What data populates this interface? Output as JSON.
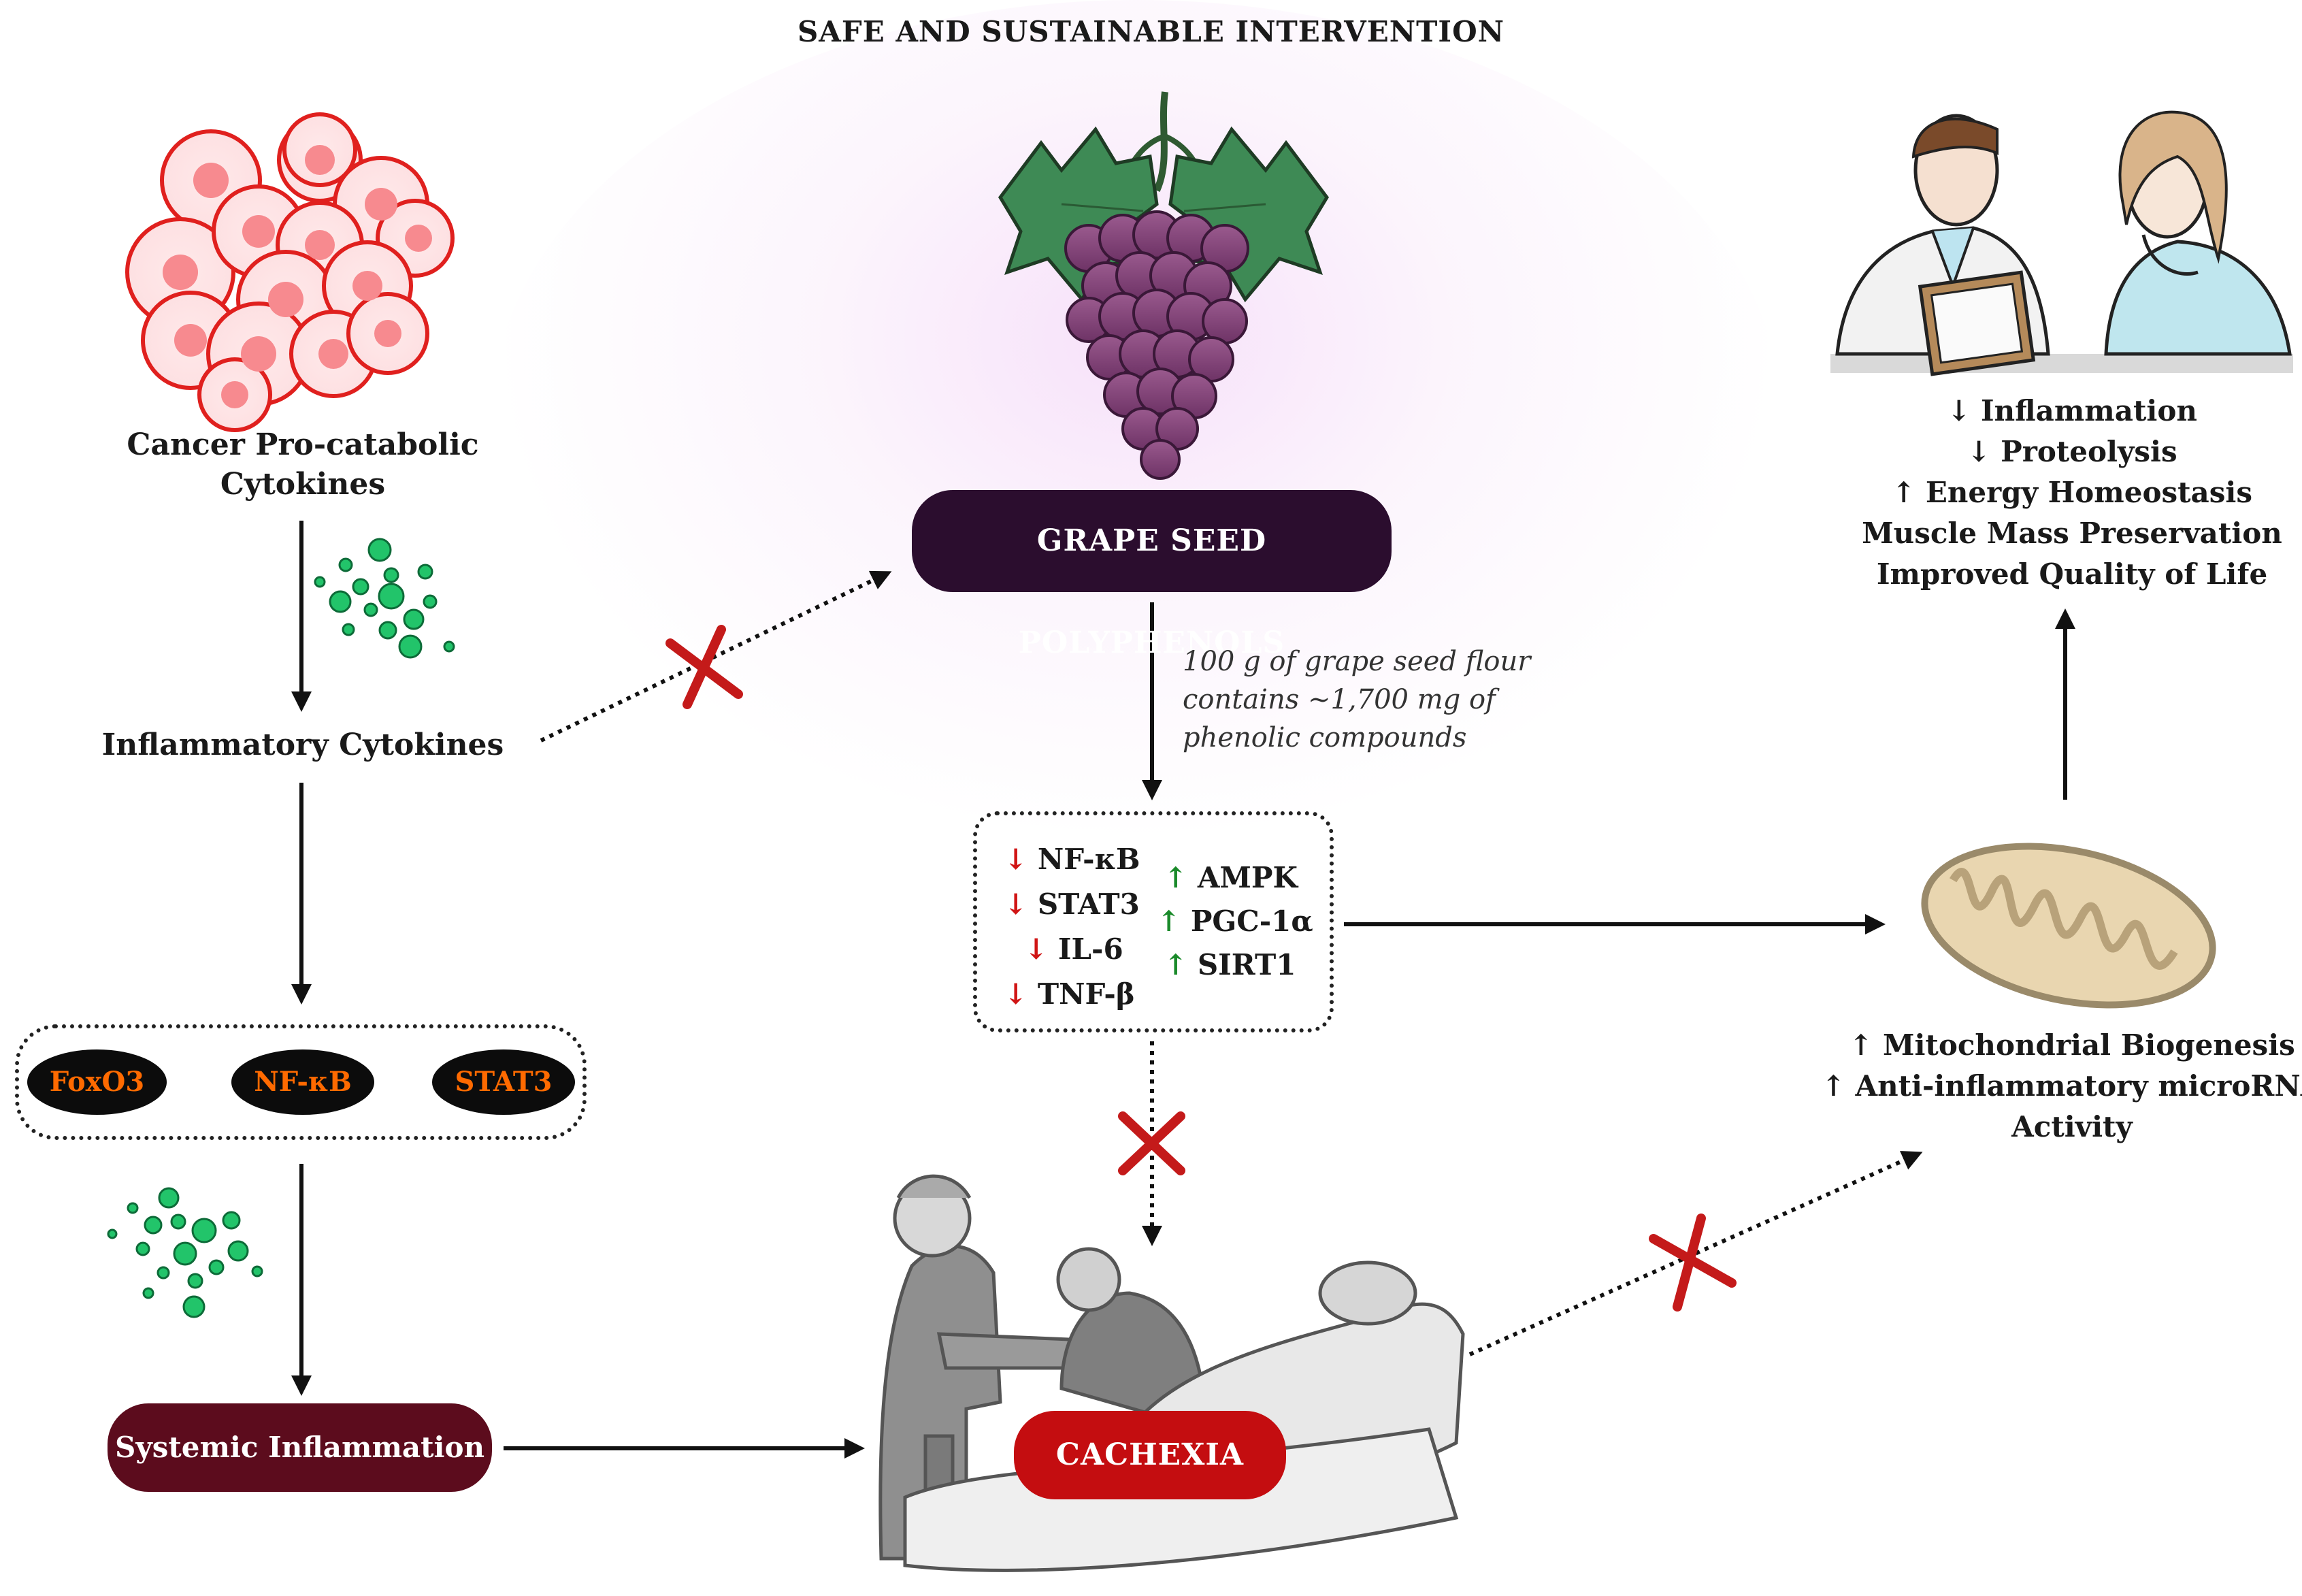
{
  "title": "SAFE AND SUSTAINABLE INTERVENTION",
  "left": {
    "cancer_label": [
      "Cancer Pro-catabolic",
      "Cytokines"
    ],
    "inflammatory_label": "Inflammatory Cytokines",
    "transcription_factors": [
      "FoxO3",
      "NF-κB",
      "STAT3"
    ],
    "systemic_label": "Systemic Inflammation"
  },
  "center": {
    "grape_label": "GRAPE SEED POLYPHENOLS",
    "note_lines": [
      "100 g of grape seed flour",
      "contains ~1,700 mg of",
      "phenolic compounds"
    ],
    "down_markers": [
      "NF-κB",
      "STAT3",
      "IL-6",
      "TNF-β"
    ],
    "up_markers": [
      "AMPK",
      "PGC-1α",
      "SIRT1"
    ],
    "down_symbol": "↓",
    "up_symbol": "↑",
    "cachexia_label": "CACHEXIA"
  },
  "right": {
    "outcomes": [
      "↓ Inflammation",
      "↓ Proteolysis",
      "↑ Energy Homeostasis",
      "Muscle Mass Preservation",
      "Improved Quality of Life"
    ],
    "mito_lines": [
      "↑ Mitochondrial Biogenesis",
      "↑ Anti-inflammatory microRNA",
      "Activity"
    ]
  },
  "colors": {
    "grape_pill": "#2b0d2e",
    "systemic_pill": "#5c0c1d",
    "cachexia_pill": "#c40d10",
    "tf_text": "#ff6a00",
    "down_arrow": "#d01515",
    "up_arrow": "#1a8a2a",
    "cross": "#c41a1a",
    "cytokine_dot": "#22c46a"
  },
  "icons": [
    "cancer-cells-icon",
    "cytokine-dots-icon",
    "grape-cluster-icon",
    "doctor-patient-icon",
    "mitochondrion-icon",
    "surgery-scene-icon",
    "blocked-cross-icon"
  ]
}
